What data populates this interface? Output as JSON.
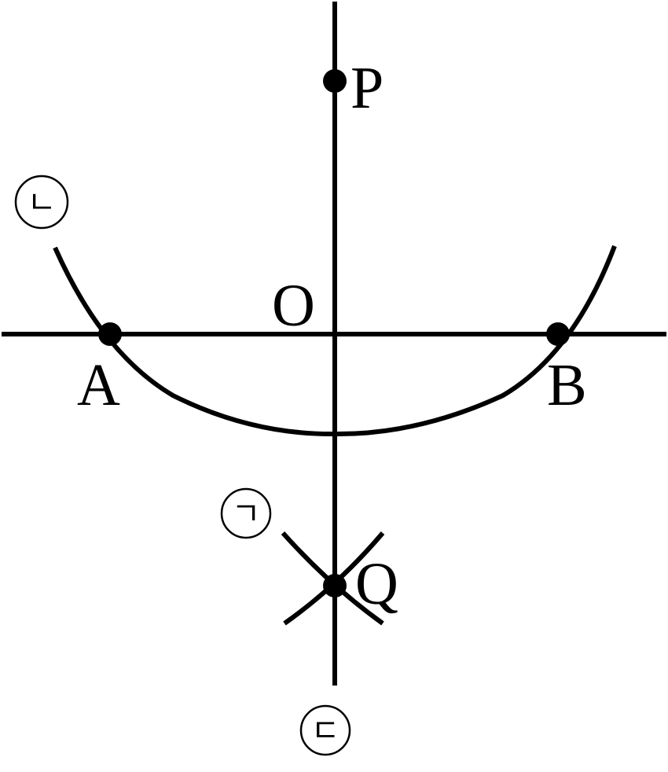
{
  "points": {
    "P": "P",
    "O": "O",
    "A": "A",
    "B": "B",
    "Q": "Q"
  },
  "markers": {
    "a": "ㄱ",
    "b": "ㄴ",
    "c": "ㄷ"
  }
}
